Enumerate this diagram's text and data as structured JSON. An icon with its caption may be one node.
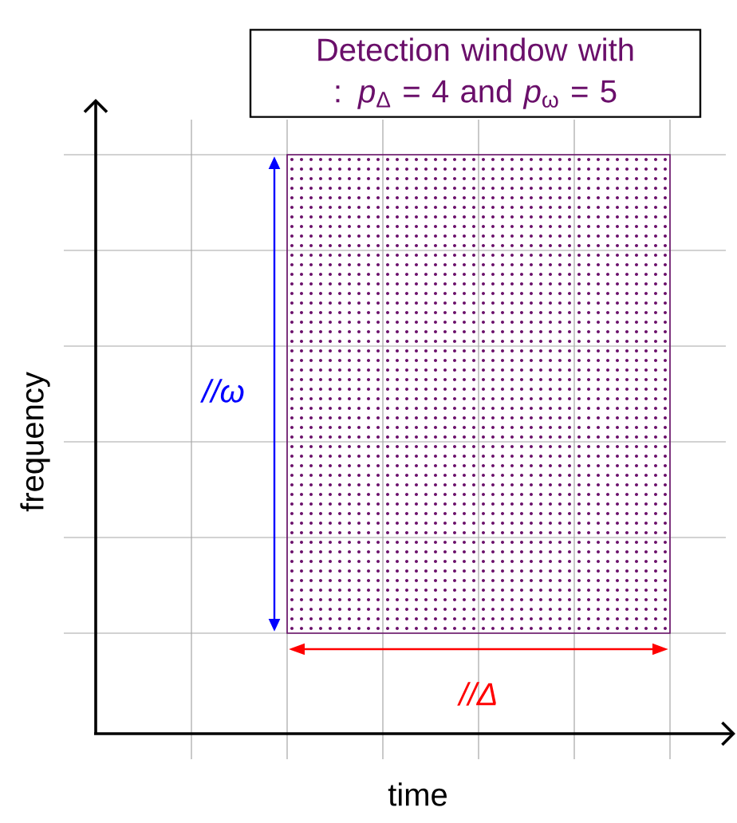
{
  "diagram": {
    "nodes": [
      {
        "text": [
          "Detection window with : *p*$_{Δ}$ = 4 and *p*$_{ω}$ = 5"
        ]
      }
    ],
    "labels": [
      "//ω",
      "//Δ",
      "frequency",
      "time"
    ]
  }
}
